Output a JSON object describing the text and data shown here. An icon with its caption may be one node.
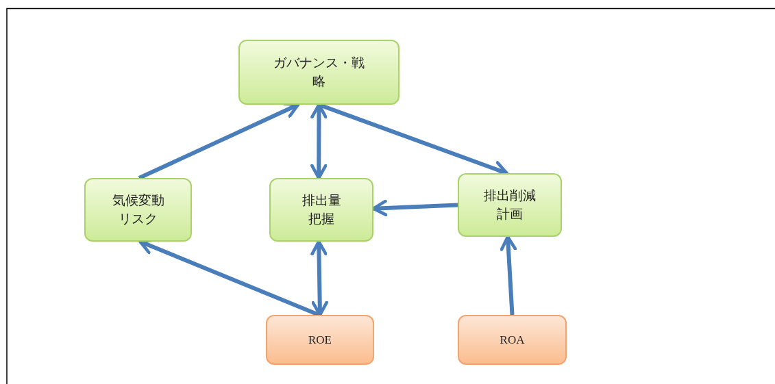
{
  "diagram": {
    "nodes": [
      {
        "text": [
          "ガバナンス・戦略"
        ]
      },
      {
        "text": [
          "気候変動リスク"
        ]
      },
      {
        "text": [
          "排出量把握"
        ]
      },
      {
        "text": [
          "排出削減計画"
        ]
      },
      {
        "text": [
          "ROE"
        ]
      },
      {
        "text": [
          "ROA"
        ]
      }
    ],
    "edges": [
      {
        "from": 1,
        "to": 0,
        "arrow": "to"
      },
      {
        "from": 0,
        "to": 2,
        "arrow": "both"
      },
      {
        "from": 0,
        "to": 3,
        "arrow": "to"
      },
      {
        "from": 3,
        "to": 2,
        "arrow": "to"
      },
      {
        "from": 4,
        "to": 1,
        "arrow": "to"
      },
      {
        "from": 4,
        "to": 2,
        "arrow": "both"
      },
      {
        "from": 5,
        "to": 3,
        "arrow": "to"
      }
    ]
  }
}
